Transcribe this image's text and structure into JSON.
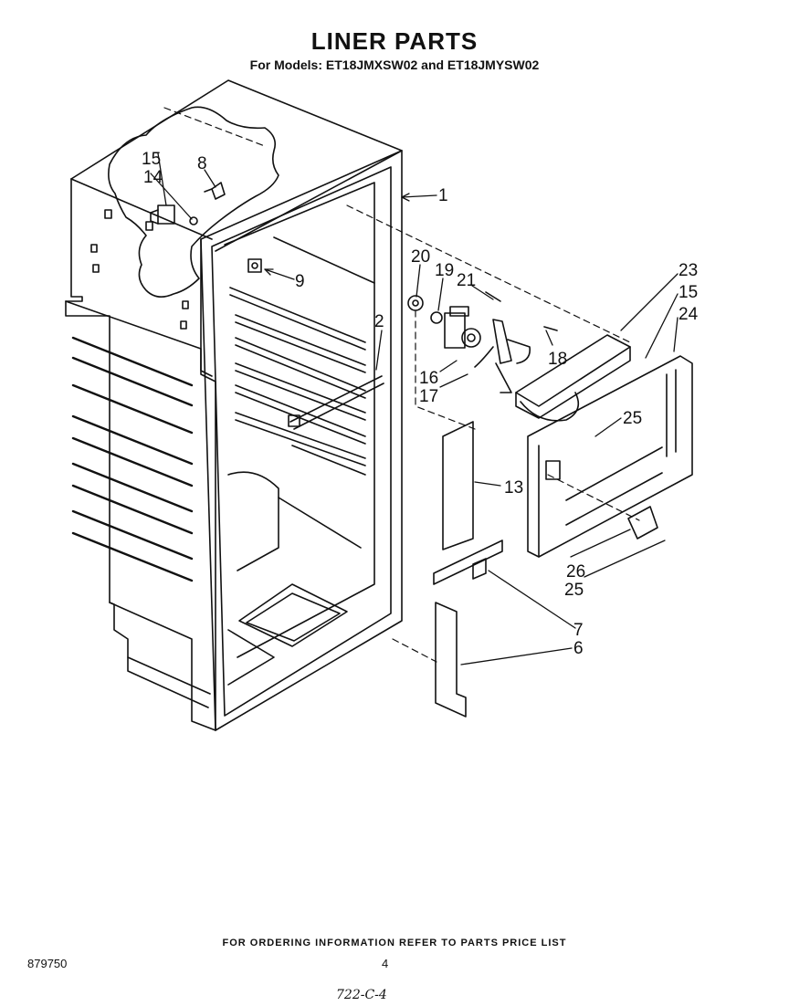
{
  "header": {
    "title": "LINER PARTS",
    "subtitle": "For Models: ET18JMXSW02 and ET18JMYSW02"
  },
  "callouts": [
    {
      "id": "c1",
      "label": "1"
    },
    {
      "id": "c2",
      "label": "2"
    },
    {
      "id": "c6",
      "label": "6"
    },
    {
      "id": "c7",
      "label": "7"
    },
    {
      "id": "c8",
      "label": "8"
    },
    {
      "id": "c9",
      "label": "9"
    },
    {
      "id": "c13",
      "label": "13"
    },
    {
      "id": "c14",
      "label": "14"
    },
    {
      "id": "c15a",
      "label": "15"
    },
    {
      "id": "c15b",
      "label": "15"
    },
    {
      "id": "c16",
      "label": "16"
    },
    {
      "id": "c17",
      "label": "17"
    },
    {
      "id": "c18",
      "label": "18"
    },
    {
      "id": "c19",
      "label": "19"
    },
    {
      "id": "c20",
      "label": "20"
    },
    {
      "id": "c21",
      "label": "21"
    },
    {
      "id": "c23",
      "label": "23"
    },
    {
      "id": "c24",
      "label": "24"
    },
    {
      "id": "c25a",
      "label": "25"
    },
    {
      "id": "c25b",
      "label": "25"
    },
    {
      "id": "c26",
      "label": "26"
    }
  ],
  "footer": {
    "ordering_note": "FOR ORDERING INFORMATION REFER TO PARTS PRICE LIST",
    "document_number": "879750",
    "page_number": "4",
    "handwritten_code": "722-C-4"
  }
}
